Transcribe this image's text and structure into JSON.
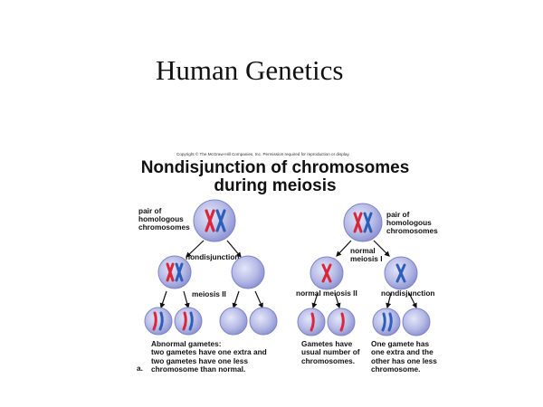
{
  "slide": {
    "title": "Human Genetics"
  },
  "figure": {
    "copyright": "Copyright © The McGraw-Hill Companies, Inc. Permission required for reproduction or display.",
    "title_line1": "Nondisjunction of chromosomes",
    "title_line2": "during meiosis",
    "left": {
      "pair_label": [
        "pair of",
        "homologous",
        "chromosomes"
      ],
      "step1_label": "nondisjunction",
      "step2_label": "meiosis II",
      "caption": [
        "Abnormal gametes:",
        "two gametes have one extra and",
        "two gametes have one less",
        "chromosome than normal."
      ],
      "panel_letter": "a."
    },
    "right": {
      "pair_label": [
        "pair of",
        "homologous",
        "chromosomes"
      ],
      "step1_label": [
        "normal",
        "meiosis I"
      ],
      "step2_left_label": "normal meiosis II",
      "step2_right_label": "nondisjunction",
      "caption_left": [
        "Gametes have",
        "usual number of",
        "chromosomes."
      ],
      "caption_right": [
        "One gamete has",
        "one extra and the",
        "other has one less",
        "chromosome."
      ]
    },
    "colors": {
      "cell": "#b9bde6",
      "cell_edge": "#7d84c9",
      "red": "#d8263a",
      "blue": "#2e5fb8"
    }
  }
}
